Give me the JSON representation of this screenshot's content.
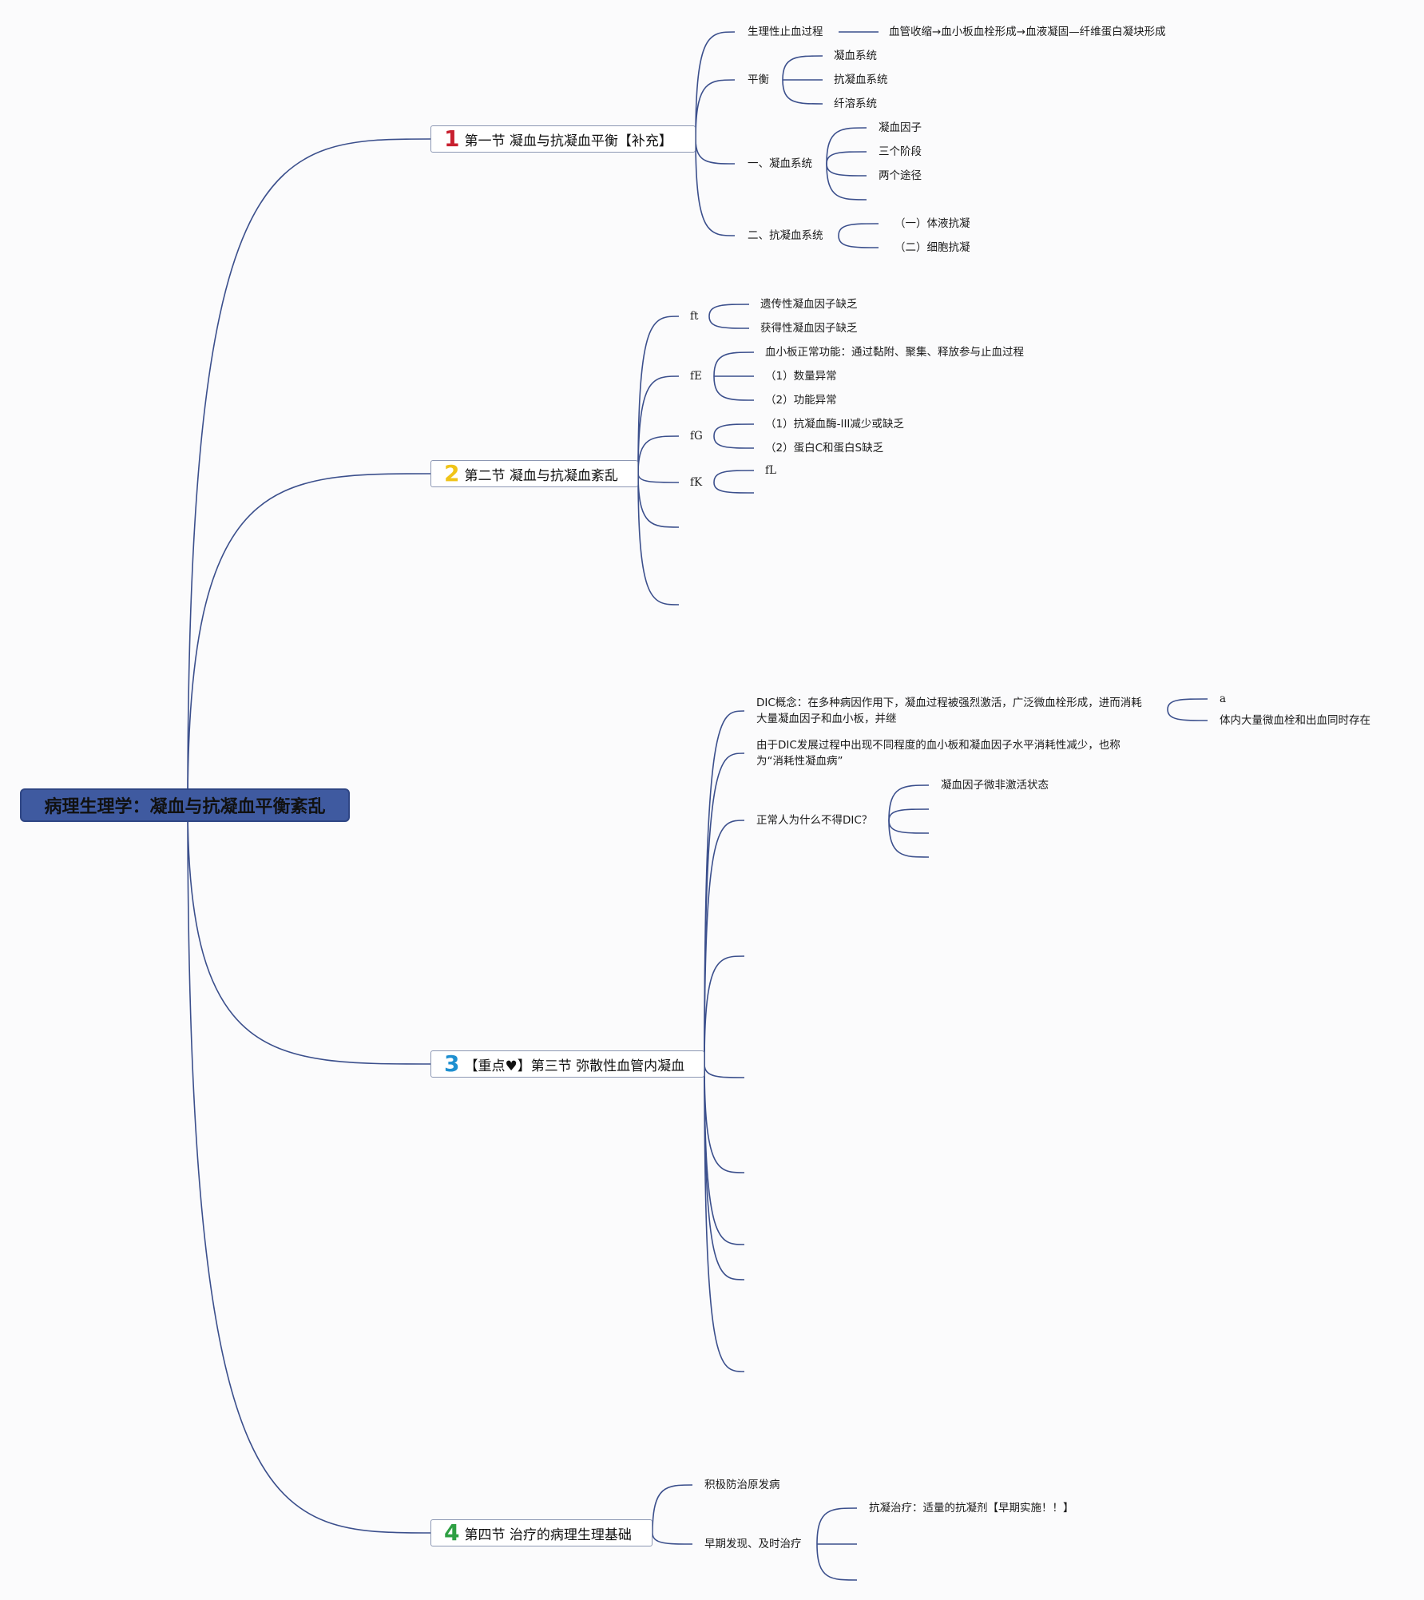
{
  "root": {
    "title": "病理生理学：凝血与抗凝血平衡紊乱"
  },
  "colors": {
    "line": "#3b4f8c",
    "root_fill": "#3f5aa0",
    "num1": "#c8202f",
    "num2": "#f0c419",
    "num3": "#1e8fd0",
    "num4": "#2ea043"
  },
  "sections": [
    {
      "num": "1",
      "title": "第一节 凝血与抗凝血平衡【补充】"
    },
    {
      "num": "2",
      "title": "第二节 凝血与抗凝血紊乱"
    },
    {
      "num": "3",
      "title": "【重点♥】第三节 弥散性血管内凝血"
    },
    {
      "num": "4",
      "title": "第四节 治疗的病理生理基础"
    }
  ],
  "s1": {
    "hemostasis": "生理性止血过程",
    "hemostasis_detail": "血管收缩→血小板血栓形成→血液凝固—纤维蛋白凝块形成",
    "balance": "平衡",
    "balance_items": [
      "凝血系统",
      "抗凝血系统",
      "纤溶系统"
    ],
    "coag": "一、凝血系统",
    "coag_items": [
      "凝血因子",
      "三个阶段",
      "两个途径"
    ],
    "anticoag": "二、抗凝血系统",
    "anticoag_items": [
      "（一）体液抗凝",
      "（二）细胞抗凝"
    ]
  },
  "s2": {
    "ft": "ft",
    "ft_items": [
      "遗传性凝血因子缺乏",
      "获得性凝血因子缺乏"
    ],
    "fe": "fE",
    "fe_items": [
      "血小板正常功能：通过黏附、聚集、释放参与止血过程",
      "（1）数量异常",
      "（2）功能异常"
    ],
    "fg": "fG",
    "fg_items": [
      "（1）抗凝血酶-III减少或缺乏",
      "（2）蛋白C和蛋白S缺乏"
    ],
    "fk": "fK",
    "fk_items": [
      "fL"
    ]
  },
  "s3": {
    "dic_concept": "DIC概念：在多种病因作用下，凝血过程被强烈激活，广泛微血栓形成，进而消耗大量凝血因子和血小板，并继",
    "dic_concept_items": [
      "a",
      "体内大量微血栓和出血同时存在"
    ],
    "dic_alias": "由于DIC发展过程中出现不同程度的血小板和凝血因子水平消耗性减少，也称为“消耗性凝血病”",
    "why": "正常人为什么不得DIC？",
    "why_items": [
      "凝血因子微非激活状态"
    ]
  },
  "s4": {
    "prevent": "积极防治原发病",
    "early": "早期发现、及时治疗",
    "early_items": [
      "抗凝治疗：适量的抗凝剂【早期实施！！】"
    ]
  }
}
